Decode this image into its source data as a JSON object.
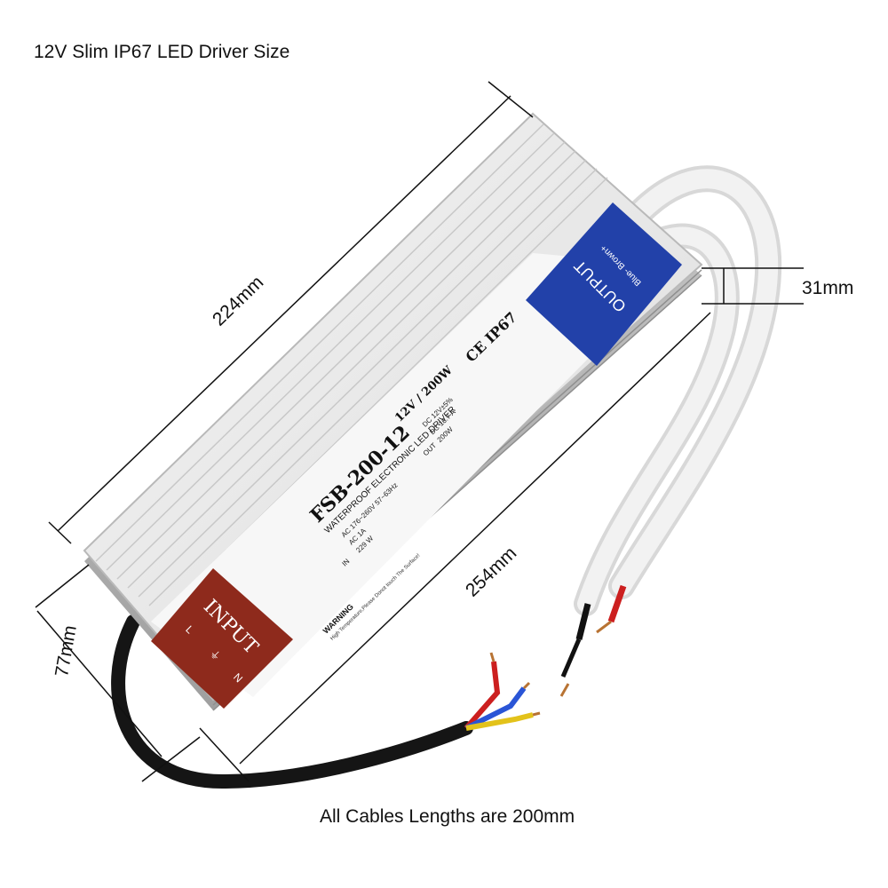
{
  "header": {
    "title": "12V Slim IP67 LED Driver Size"
  },
  "footer": {
    "note": "All Cables Lengths are 200mm"
  },
  "dimensions": {
    "length_top": "224mm",
    "length_bottom": "254mm",
    "width": "77mm",
    "height": "31mm"
  },
  "label": {
    "model": "FSB-200-12",
    "rating": "12V / 200W",
    "subtitle": "WATERPROOF ELECTRONIC LED DRIVER",
    "input_specs": [
      "AC 176~260V  57~63Hz",
      "AC 1A",
      "229 W"
    ],
    "output_specs": [
      "DC 12V±5%",
      "DC 16.7 A",
      "200W"
    ],
    "in_tag": "IN",
    "out_tag": "OUT",
    "cert": "CE IP67",
    "warning": "WARNING",
    "warning_text": "High Temperature,Please Donot touch The Surface!"
  },
  "input_panel": {
    "title": "INPUT",
    "terminals": [
      "L",
      "⏚",
      "N"
    ],
    "color": "#8e2a1c"
  },
  "output_panel": {
    "title": "OUTPUT",
    "wires": "Blue-  Brown+",
    "color": "#2241a9"
  }
}
